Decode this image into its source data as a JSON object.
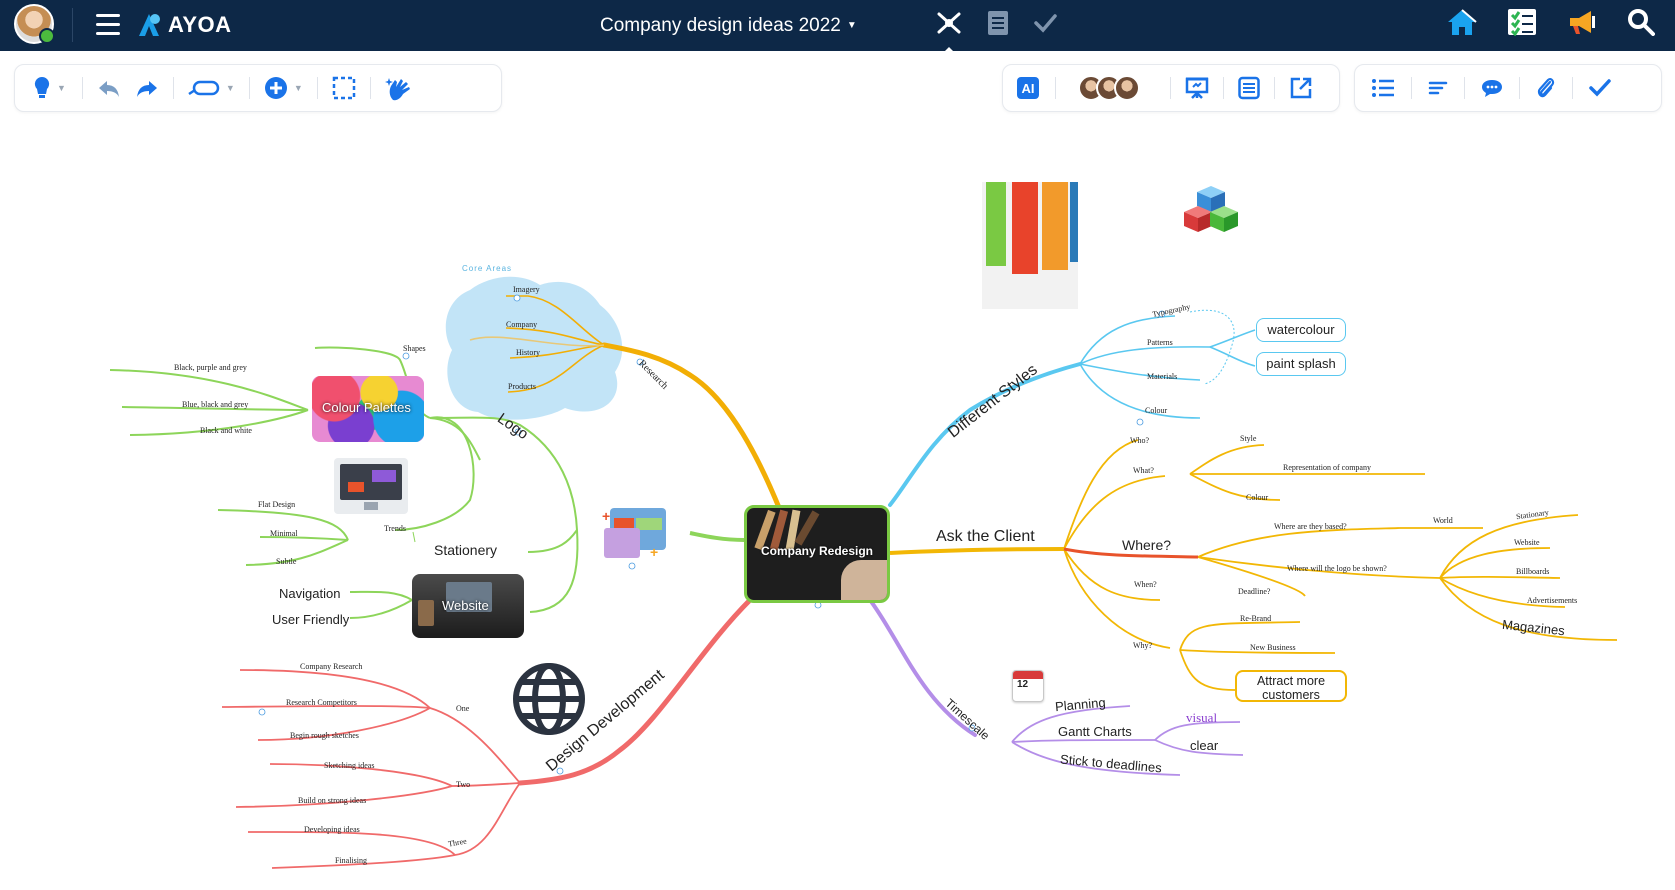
{
  "header": {
    "app_name": "AYOA",
    "document_title": "Company design ideas 2022",
    "view_icons": [
      "mind-map-icon",
      "document-icon",
      "tasks-check-icon"
    ],
    "right_icons": [
      "home-icon",
      "task-list-icon",
      "announcement-icon",
      "search-icon"
    ]
  },
  "toolbar": {
    "left_items": [
      "idea-bulb-icon",
      "undo-icon",
      "redo-icon",
      "branch-shape-icon",
      "add-icon",
      "select-area-icon",
      "hand-sparkle-icon"
    ],
    "middle_items": [
      "ai-button",
      "collaborators-avatars",
      "presentation-icon",
      "list-view-icon",
      "export-icon"
    ],
    "right_items": [
      "bullet-list-icon",
      "text-align-icon",
      "comment-icon",
      "attachment-icon",
      "check-icon"
    ],
    "ai_label": "AI"
  },
  "mindmap": {
    "center": "Company Redesign",
    "research": {
      "label": "Research",
      "group_label": "Core Areas",
      "items": [
        "Imagery",
        "Company",
        "History",
        "Products"
      ]
    },
    "logo": {
      "label": "Logo",
      "shapes_label": "Shapes",
      "colour_palettes_label": "Colour Palettes",
      "palettes": [
        "Black, purple and grey",
        "Blue, black and grey",
        "Black and white"
      ],
      "trends_label": "Trends",
      "trends": [
        "Flat Design",
        "Minimal",
        "Subtle"
      ],
      "stationery_label": "Stationery",
      "website_label": "Website",
      "website_items": [
        "Navigation",
        "User Friendly"
      ]
    },
    "different_styles": {
      "label": "Different Styles",
      "items": [
        "Typography",
        "Patterns",
        "Materials",
        "Colour"
      ],
      "boxes": [
        "watercolour",
        "paint splash"
      ]
    },
    "ask_client": {
      "label": "Ask the Client",
      "who_label": "Who?",
      "what_label": "What?",
      "what_items": [
        "Style",
        "Representation of company",
        "Colour"
      ],
      "where_label": "Where?",
      "where_based": "Where are they based?",
      "world": "World",
      "where_shown": "Where will the logo be shown?",
      "shown_items": [
        "Stationary",
        "Website",
        "Billboards",
        "Advertisements",
        "Magazines"
      ],
      "when_label": "When?",
      "deadline": "Deadline?",
      "why_label": "Why?",
      "why_items": [
        "Re-Brand",
        "New Business"
      ],
      "attract_box": "Attract more customers"
    },
    "timescale": {
      "label": "Timescale",
      "calendar_day": "12",
      "items": [
        "Planning",
        "Gantt Charts",
        "Stick to deadlines"
      ],
      "gantt_items": [
        "visual",
        "clear"
      ]
    },
    "design_dev": {
      "label": "Design Development",
      "one": "One",
      "one_items": [
        "Company Research",
        "Research Competitors",
        "Begin rough sketches"
      ],
      "two": "Two",
      "two_items": [
        "Sketching ideas",
        "Build on strong ideas"
      ],
      "three": "Three",
      "three_items": [
        "Developing ideas",
        "Finalising"
      ]
    }
  },
  "colors": {
    "header_bg": "#0d2847",
    "accent_blue": "#1a73e8",
    "research": "#f2ae05",
    "logo": "#8dd55a",
    "styles": "#5ac8f0",
    "client": "#f2b705",
    "where": "#e8532b",
    "timescale": "#b48ee8",
    "design": "#f06a6a"
  }
}
